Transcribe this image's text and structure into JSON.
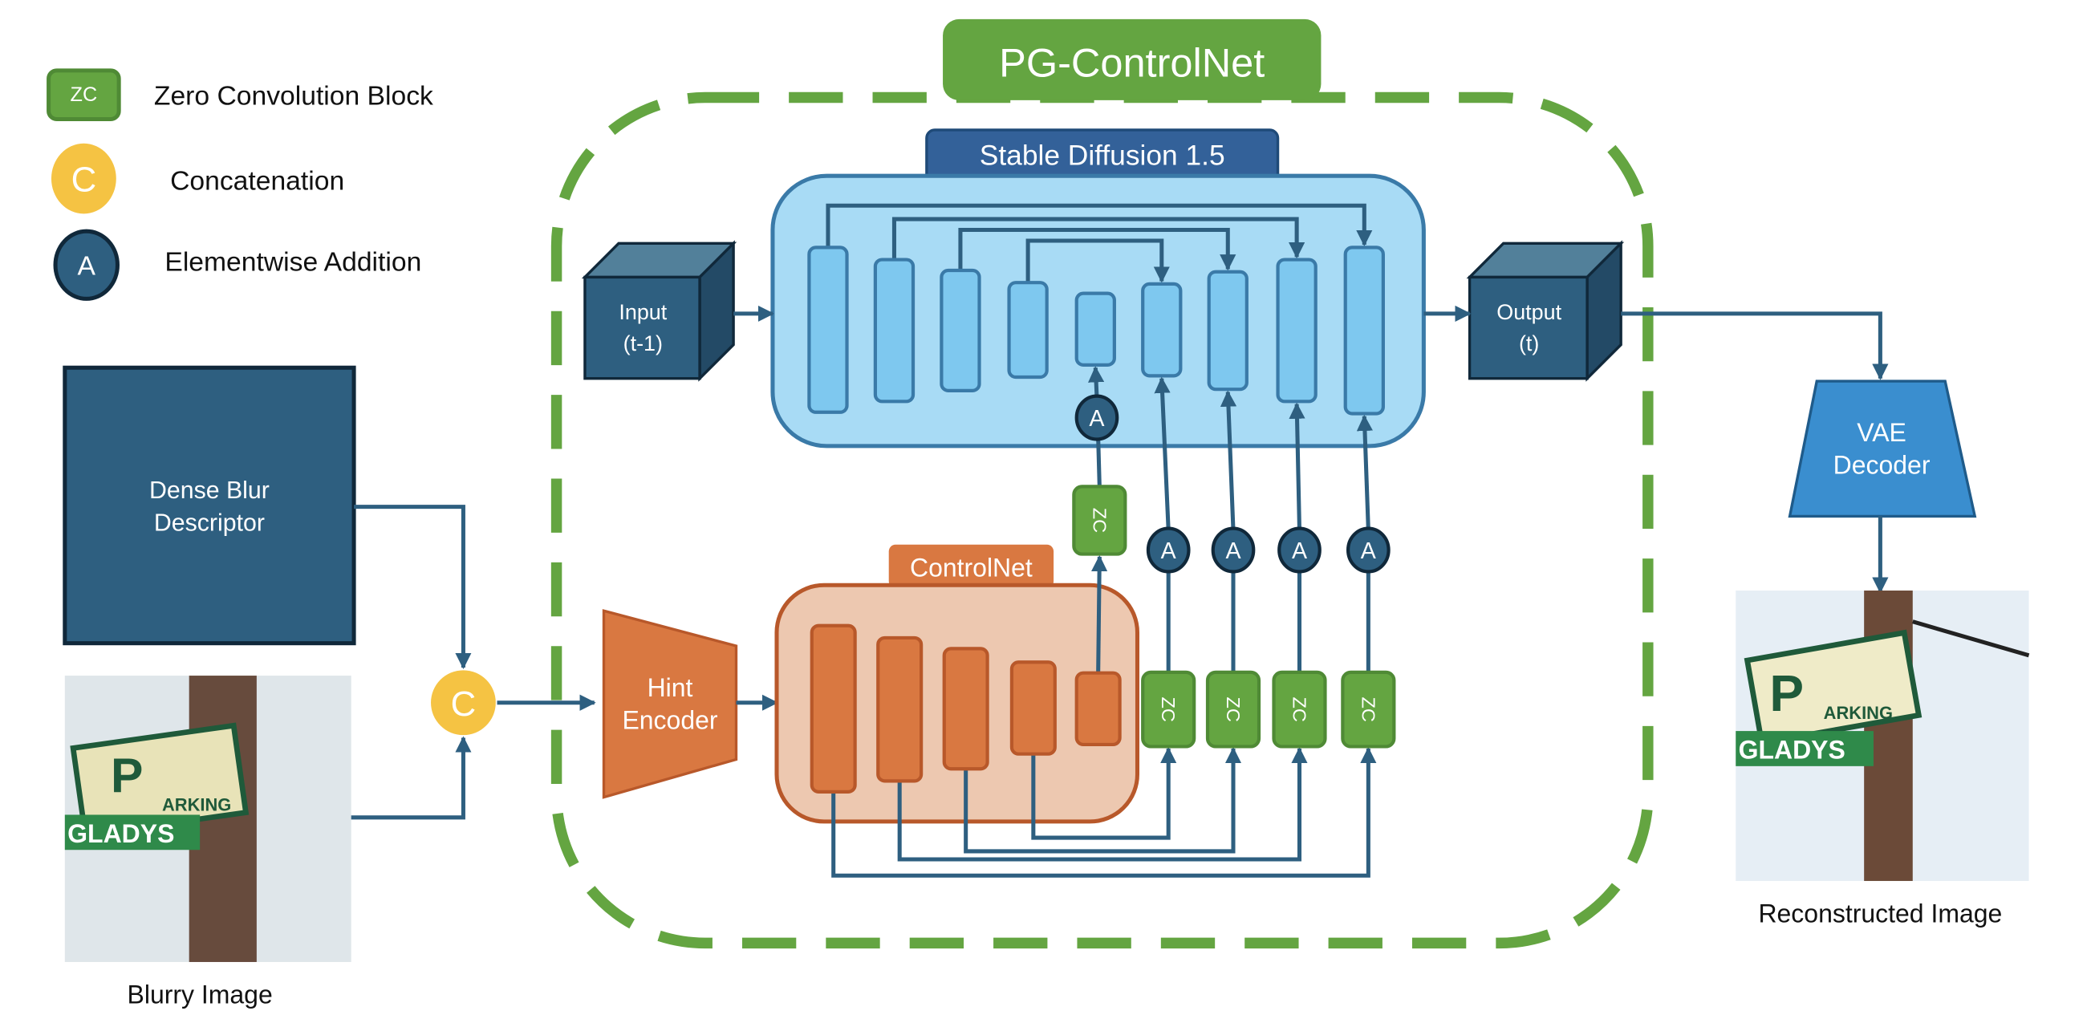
{
  "legend": {
    "zero_conv": {
      "symbol": "ZC",
      "label": "Zero Convolution Block"
    },
    "concat": {
      "symbol": "C",
      "label": "Concatenation"
    },
    "addition": {
      "symbol": "A",
      "label": "Elementwise Addition"
    }
  },
  "title": "PG-ControlNet",
  "stable_diffusion": {
    "label": "Stable Diffusion 1.5"
  },
  "controlnet": {
    "label": "ControlNet"
  },
  "input": {
    "line1": "Input",
    "line2": "(t-1)"
  },
  "output": {
    "line1": "Output",
    "line2": "(t)"
  },
  "hint_encoder": {
    "line1": "Hint",
    "line2": "Encoder"
  },
  "vae_decoder": {
    "line1": "VAE",
    "line2": "Decoder"
  },
  "dense_blur": {
    "line1": "Dense Blur",
    "line2": "Descriptor"
  },
  "blurry_image": {
    "caption": "Blurry Image",
    "sign_p": "P",
    "sign_parking": "ARKING",
    "sign_street": "GLADYS"
  },
  "reconstructed_image": {
    "caption": "Reconstructed Image",
    "sign_p": "P",
    "sign_parking": "ARKING",
    "sign_street": "GLADYS"
  },
  "zc_label": "ZC",
  "add_label": "A",
  "concat_label": "C",
  "colors": {
    "green": "#64a541",
    "yellow": "#f5c343",
    "navy": "#2e5f80",
    "sd_fill": "#a8dbf5",
    "sd_block": "#7ec8ef",
    "orange": "#d97841",
    "orange_light": "#edc8b0",
    "vae": "#3a8ecf"
  }
}
